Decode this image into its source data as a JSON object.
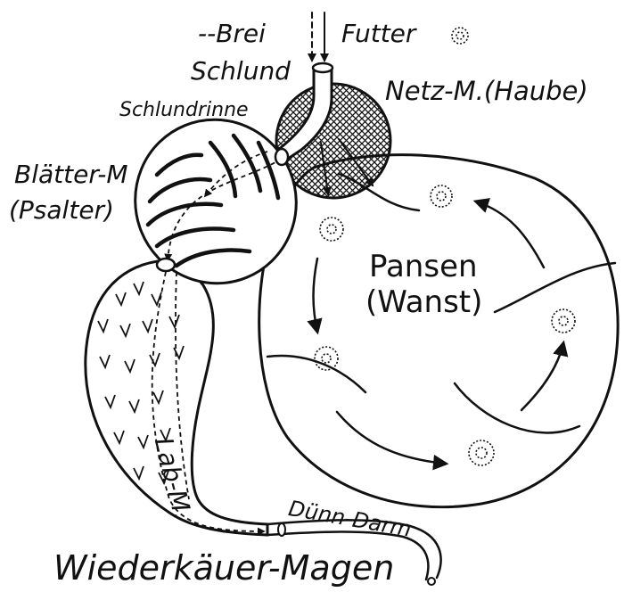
{
  "labels": {
    "brei": "--Brei",
    "futter": "Futter",
    "schlund": "Schlund",
    "schlundrinne": "Schlundrinne",
    "netz": "Netz-M.(Haube)",
    "blaetter": "Blätter-M",
    "psalter": "(Psalter)",
    "pansen": "Pansen",
    "wanst": "(Wanst)",
    "lab": "Lab-M.",
    "duenndarm": "Dünn-Darm",
    "title": "Wiederkäuer-Magen"
  },
  "colors": {
    "ink": "#111111",
    "paper": "#ffffff"
  },
  "icons": [
    "food-bolus-icon"
  ]
}
